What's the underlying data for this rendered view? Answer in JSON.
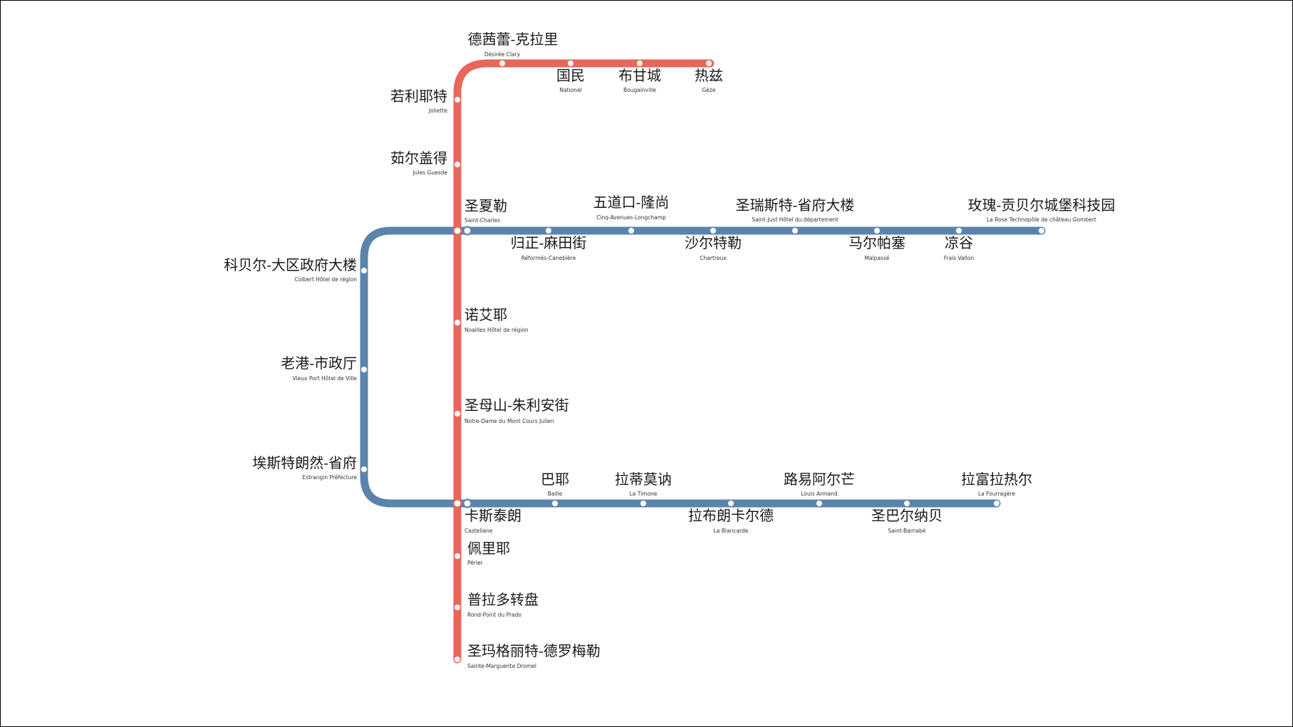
{
  "colors": {
    "red_line": "#e8675a",
    "blue_line": "#5b84ad",
    "station_fill": "#ffffff",
    "background": "#ffffff"
  },
  "lines": [
    {
      "id": "red",
      "color": "#e8675a"
    },
    {
      "id": "blue-north",
      "color": "#5b84ad"
    },
    {
      "id": "blue-south",
      "color": "#5b84ad"
    }
  ],
  "stations": [
    {
      "id": "desiree-clary",
      "cn": "德茜蕾-克拉里",
      "fr": "Désirée Clary"
    },
    {
      "id": "national",
      "cn": "国民",
      "fr": "National"
    },
    {
      "id": "bougainville",
      "cn": "布甘城",
      "fr": "Bougainville"
    },
    {
      "id": "geze",
      "cn": "热兹",
      "fr": "Gèze"
    },
    {
      "id": "joliette",
      "cn": "若利耶特",
      "fr": "Joliette"
    },
    {
      "id": "jules-guesde",
      "cn": "茹尔盖得",
      "fr": "Jules Guesde"
    },
    {
      "id": "saint-charles",
      "cn": "圣夏勒",
      "fr": "Saint-Charles"
    },
    {
      "id": "cinq-avenues",
      "cn": "五道口-隆尚",
      "fr": "Cinq-Avenues-Longchamp"
    },
    {
      "id": "saint-just",
      "cn": "圣瑞斯特-省府大楼",
      "fr": "Saint-Just Hôtel du département"
    },
    {
      "id": "la-rose",
      "cn": "玫瑰-贡贝尔城堡科技园",
      "fr": "La Rose Technopôle de château Gombert"
    },
    {
      "id": "reformes",
      "cn": "归正-麻田街",
      "fr": "Réformés-Canebière"
    },
    {
      "id": "chartreux",
      "cn": "沙尔特勒",
      "fr": "Chartreux"
    },
    {
      "id": "malpasse",
      "cn": "马尔帕塞",
      "fr": "Malpassé"
    },
    {
      "id": "frais-vallon",
      "cn": "凉谷",
      "fr": "Frais Vallon"
    },
    {
      "id": "colbert",
      "cn": "科贝尔-大区政府大楼",
      "fr": "Colbert Hôtel de région"
    },
    {
      "id": "vieux-port",
      "cn": "老港-市政厅",
      "fr": "Vieux Port Hôtel de Ville"
    },
    {
      "id": "estrangin",
      "cn": "埃斯特朗然-省府",
      "fr": "Estrangin Préfecture"
    },
    {
      "id": "noailles",
      "cn": "诺艾耶",
      "fr": "Noailles Hôtel de région"
    },
    {
      "id": "notre-dame",
      "cn": "圣母山-朱利安街",
      "fr": "Notre-Dame du Mont Cours Julien"
    },
    {
      "id": "baille",
      "cn": "巴耶",
      "fr": "Baille"
    },
    {
      "id": "la-timone",
      "cn": "拉蒂莫讷",
      "fr": "La Timone"
    },
    {
      "id": "louis-armand",
      "cn": "路易阿尔芒",
      "fr": "Louis Armand"
    },
    {
      "id": "la-fourragere",
      "cn": "拉富拉热尔",
      "fr": "La Fourragère"
    },
    {
      "id": "castellane",
      "cn": "卡斯泰朗",
      "fr": "Castellane"
    },
    {
      "id": "la-blancarde",
      "cn": "拉布朗卡尔德",
      "fr": "La Blancarde"
    },
    {
      "id": "saint-barnabe",
      "cn": "圣巴尔纳贝",
      "fr": "Saint-Barnabé"
    },
    {
      "id": "perier",
      "cn": "佩里耶",
      "fr": "Périer"
    },
    {
      "id": "rond-point",
      "cn": "普拉多转盘",
      "fr": "Rond-Point du Prado"
    },
    {
      "id": "sainte-marguerite",
      "cn": "圣玛格丽特-德罗梅勒",
      "fr": "Sainte-Marguerite Dromel"
    }
  ]
}
